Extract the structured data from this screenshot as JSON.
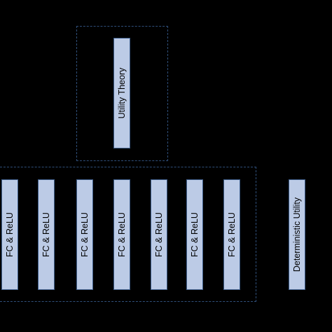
{
  "diagram": {
    "utility_block": {
      "label": "Utility Theory"
    },
    "fc_blocks": [
      {
        "label": "FC & ReLU"
      },
      {
        "label": "FC & ReLU"
      },
      {
        "label": "FC & ReLU"
      },
      {
        "label": "FC & ReLU"
      },
      {
        "label": "FC & ReLU"
      },
      {
        "label": "FC & ReLU"
      },
      {
        "label": "FC & ReLU"
      }
    ],
    "deterministic_block": {
      "label": "Deterministic Utility"
    }
  }
}
